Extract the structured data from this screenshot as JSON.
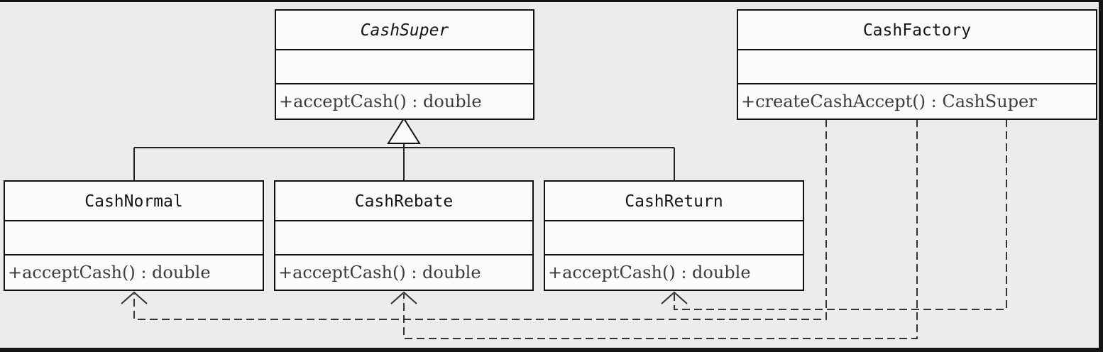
{
  "diagram": {
    "classes": {
      "cash_super": {
        "name": "CashSuper",
        "abstract": true,
        "operations": [
          "+acceptCash() : double"
        ]
      },
      "cash_factory": {
        "name": "CashFactory",
        "abstract": false,
        "operations": [
          "+createCashAccept() : CashSuper"
        ]
      },
      "cash_normal": {
        "name": "CashNormal",
        "abstract": false,
        "operations": [
          "+acceptCash() : double"
        ]
      },
      "cash_rebate": {
        "name": "CashRebate",
        "abstract": false,
        "operations": [
          "+acceptCash() : double"
        ]
      },
      "cash_return": {
        "name": "CashReturn",
        "abstract": false,
        "operations": [
          "+acceptCash() : double"
        ]
      }
    },
    "relations": [
      {
        "type": "generalization",
        "from": "CashNormal",
        "to": "CashSuper"
      },
      {
        "type": "generalization",
        "from": "CashRebate",
        "to": "CashSuper"
      },
      {
        "type": "generalization",
        "from": "CashReturn",
        "to": "CashSuper"
      },
      {
        "type": "dependency",
        "from": "CashFactory",
        "to": "CashNormal"
      },
      {
        "type": "dependency",
        "from": "CashFactory",
        "to": "CashRebate"
      },
      {
        "type": "dependency",
        "from": "CashFactory",
        "to": "CashReturn"
      }
    ]
  }
}
